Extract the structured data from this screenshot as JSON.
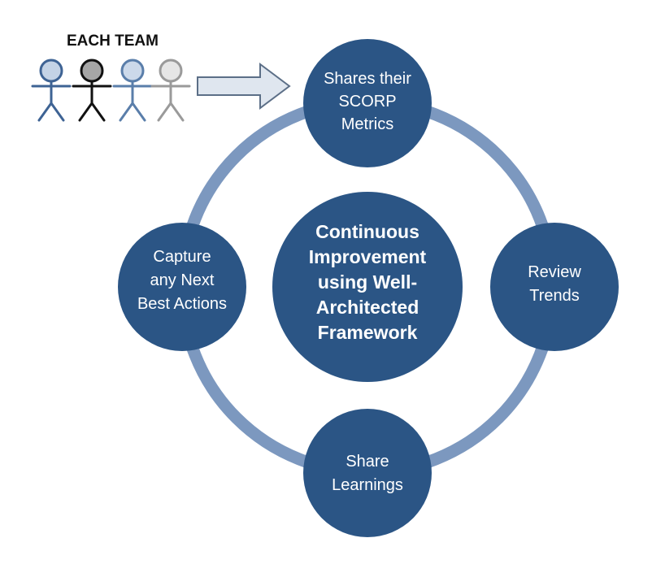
{
  "team": {
    "title": "EACH TEAM",
    "figures": [
      {
        "color": "#3e6394",
        "fill": "#c4d3e6"
      },
      {
        "color": "#111111",
        "fill": "#a6a6a6"
      },
      {
        "color": "#5a7eaa",
        "fill": "#ccd9ea"
      },
      {
        "color": "#9a9a9a",
        "fill": "#e6e6e6"
      }
    ]
  },
  "cycle": {
    "center_lines": [
      "Continuous",
      "Improvement",
      "using Well-",
      "Architected",
      "Framework"
    ],
    "nodes": {
      "top": [
        "Shares their",
        "SCORP",
        "Metrics"
      ],
      "right": [
        "Review",
        "Trends"
      ],
      "bottom": [
        "Share",
        "Learnings"
      ],
      "left": [
        "Capture",
        "any Next",
        "Best Actions"
      ]
    }
  },
  "colors": {
    "node_fill": "#2b5585",
    "ring": "#7c98bf",
    "arrow_fill": "#dfe6ef",
    "arrow_stroke": "#5c6f87",
    "text": "#ffffff"
  }
}
